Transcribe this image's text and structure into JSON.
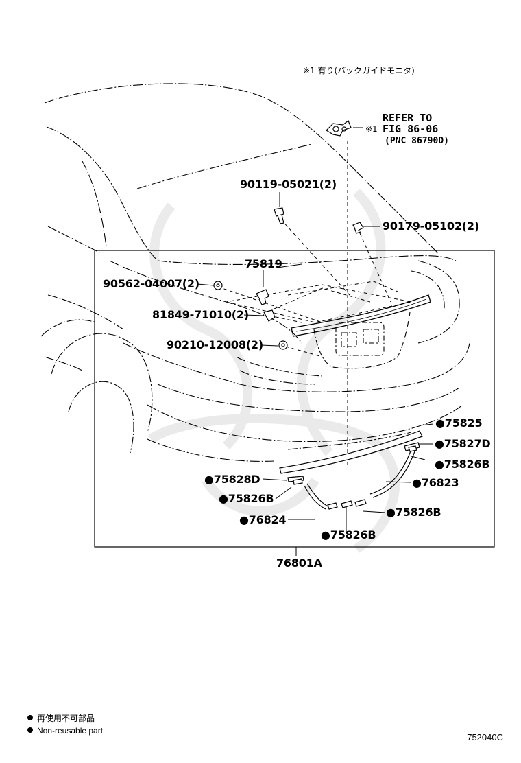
{
  "note_top": "※1 有り(バックガイドモニタ)",
  "reference": {
    "line1": "REFER TO",
    "mark": "※1",
    "line2": "FIG 86-06",
    "line3": "(PNC 86790D)"
  },
  "parts": {
    "p90119": "90119-05021(2)",
    "p90179": "90179-05102(2)",
    "p75819": "75819",
    "p90562": "90562-04007(2)",
    "p81849": "81849-71010(2)",
    "p90210": "90210-12008(2)",
    "p75825": "●75825",
    "p75827d": "●75827D",
    "p75826b_right": "●75826B",
    "p76823": "●76823",
    "p75828d": "●75828D",
    "p75826b_left": "●75826B",
    "p76824": "●76824",
    "p75826b_mid": "●75826B",
    "p75826b_bottom": "●75826B",
    "assembly": "76801A"
  },
  "legend": {
    "jp": "再使用不可部品",
    "en": "Non-reusable part"
  },
  "doc_id": "752040C"
}
